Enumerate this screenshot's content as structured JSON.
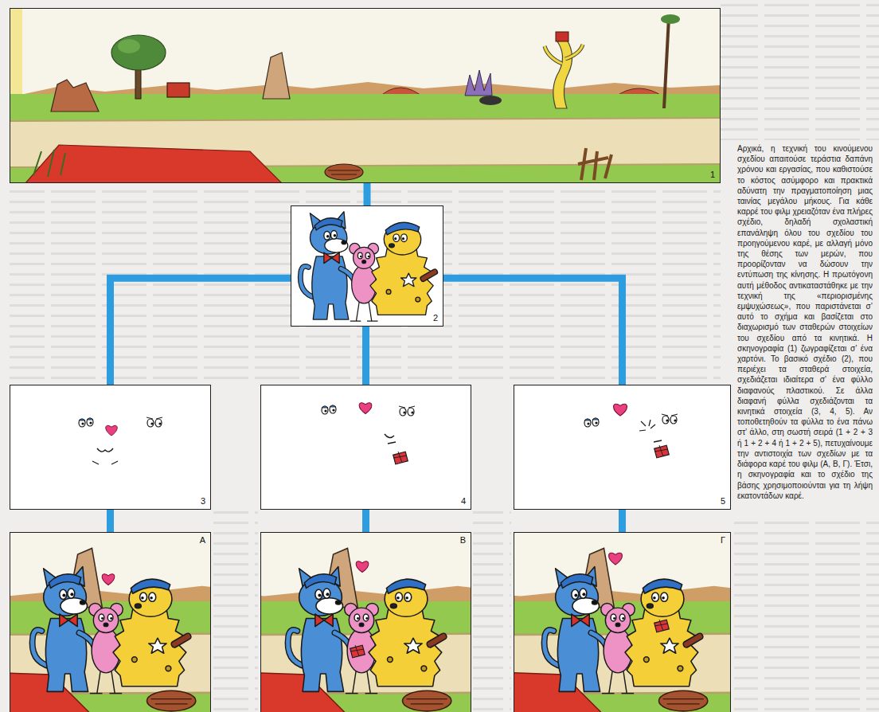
{
  "diagram": {
    "caption": "Αρχικά, η τεχνική του κινούμενου σχεδίου απαιτούσε τεράστια δαπάνη χρόνου και εργασίας, που καθιστούσε το κόστος ασύμφορο και πρακτικά αδύνατη την πραγματοποίηση μιας ταινίας μεγάλου μήκους. Για κάθε καρρέ του φιλμ χρειαζόταν ένα πλήρες σχέδιο, δηλαδή σχολαστική επανάληψη όλου του σχεδίου του προηγούμενου καρέ, με αλλαγή μόνο της θέσης των μερών, που προορίζονταν να δώσουν την εντύπωση της κίνησης. Η πρωτόγονη αυτή μέθοδος αντικαταστάθηκε με την τεχνική της «περιορισμένης εμψυχώσεως», που παριστάνεται σ’ αυτό το σχήμα και βασίζεται στο διαχωρισμό των σταθερών στοιχείων του σχεδίου από τα κινητικά. Η σκηνογραφία (1) ζωγραφίζεται σ’ ένα χαρτόνι. Το βασικό σχέδιο (2), που περιέχει τα σταθερά στοιχεία, σχεδιάζεται ιδιαίτερα σ’ ένα φύλλο διαφανούς πλαστικού. Σε άλλα διαφανή φύλλα σχεδιάζονται τα κινητικά στοιχεία (3, 4, 5). Αν τοποθετηθούν τα φύλλα το ένα πάνω στ’ άλλο, στη σωστή σειρά (1 + 2 + 3 ή 1 + 2 + 4 ή 1 + 2 + 5), πετυχαίνουμε την αντιστοιχία των σχεδίων με τα διάφορα καρέ του φιλμ (Α, Β, Γ). Έτσι, η σκηνογραφία και το σχέδιο της βάσης χρησιμοποιούνται για τη λήψη εκατοντάδων καρέ.",
    "nodes": [
      {
        "text": [
          "1"
        ]
      },
      {
        "text": [
          "2"
        ]
      },
      {
        "text": [
          "3"
        ]
      },
      {
        "text": [
          "4"
        ]
      },
      {
        "text": [
          "5"
        ]
      },
      {
        "text": [
          "Α"
        ]
      },
      {
        "text": [
          "Β"
        ]
      },
      {
        "text": [
          "Γ"
        ]
      }
    ],
    "edges": [
      {
        "from": 0,
        "to": 1,
        "arrow": "none"
      },
      {
        "from": 1,
        "to": 2,
        "arrow": "none"
      },
      {
        "from": 1,
        "to": 3,
        "arrow": "none"
      },
      {
        "from": 1,
        "to": 4,
        "arrow": "none"
      },
      {
        "from": 2,
        "to": 5,
        "arrow": "none"
      },
      {
        "from": 3,
        "to": 6,
        "arrow": "none"
      },
      {
        "from": 4,
        "to": 7,
        "arrow": "none"
      }
    ]
  }
}
